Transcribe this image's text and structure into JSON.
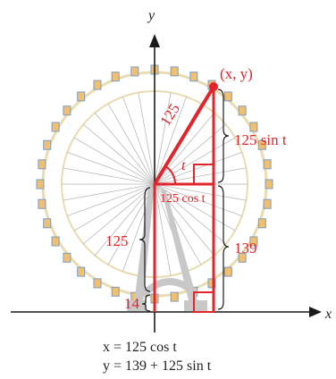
{
  "colors": {
    "red": "#e3242b",
    "axis": "#1a1a1a",
    "rim": "#e8dcb0",
    "spoke": "#b9b9b9",
    "tower": "#c8c8c8",
    "cabin": "#f0c070",
    "text_black": "#222222"
  },
  "axes": {
    "x_label": "x",
    "y_label": "y"
  },
  "labels": {
    "point": "(x, y)",
    "radius": "125",
    "vertical_side": "125 sin t",
    "angle": "t",
    "horizontal_side": "125 cos t",
    "center_height": "125",
    "center_offset": "139",
    "base_offset": "14"
  },
  "equations": {
    "x_eq": "x = 125 cos t",
    "y_eq": "y = 139 + 125 sin t"
  },
  "icons": {
    "wheel": "ferris-wheel-icon"
  }
}
